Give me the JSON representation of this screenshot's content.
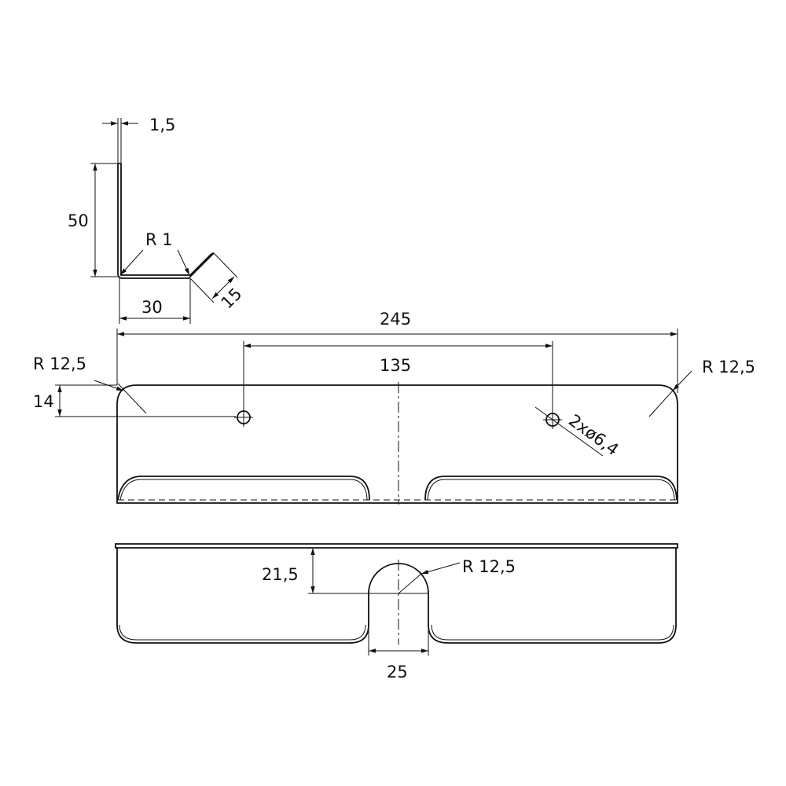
{
  "side_view": {
    "thickness": "1,5",
    "height": "50",
    "bend_radius": "R 1",
    "base_width": "30",
    "flange": "15"
  },
  "front_view": {
    "overall_length": "245",
    "hole_spacing": "135",
    "corner_radius_left": "R 12,5",
    "corner_radius_right": "R 12,5",
    "hole_offset": "14",
    "holes": "2xø6,4"
  },
  "bottom_view": {
    "slot_depth": "21,5",
    "slot_radius": "R 12,5",
    "slot_width": "25"
  }
}
